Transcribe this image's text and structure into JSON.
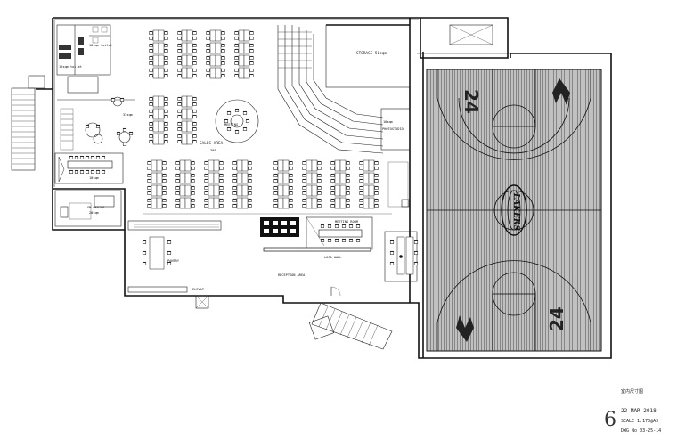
{
  "rooms": {
    "toilets": "16sqm toilet",
    "toilets_right": "18sqm toilet",
    "meeting_small": "33sqm",
    "boardroom": "18sqm",
    "gm_office": "GM OFFICE",
    "gm_office_area": "20sqm",
    "sales_area": "SALES AREA",
    "sales_area_sub": "30F",
    "meeting_round": "MEETING",
    "storage": "STORAGE 50sqm",
    "photo_studio_area": "16sqm",
    "photo_studio": "PHOTOSTUDIO",
    "meeting_room": "MEETING ROOM",
    "logo_wall": "LOGO WALL",
    "pantry": "PANTRY",
    "reception": "RECEPTION AREA",
    "elevator": "ELEVAT"
  },
  "court": {
    "top_number": "24",
    "bottom_number": "24",
    "team_logo": "LAKERS"
  },
  "title_block": {
    "title": "室内尺寸图",
    "sheet_number": "6",
    "date": "22 MAR 2018",
    "scale": "SCALE 1:170@A3",
    "dwg": "DWG No 03-25-14"
  }
}
